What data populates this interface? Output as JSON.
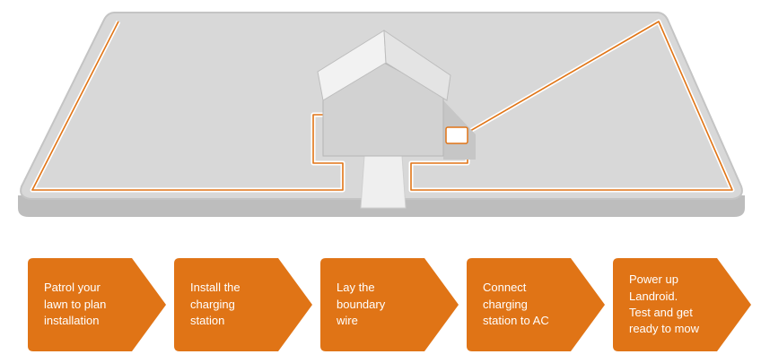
{
  "colors": {
    "accent": "#e07416",
    "lawn": "#d8d8d8",
    "lawn_edge": "#c9c9c9",
    "boundary_wire": "#e07416",
    "label_text": "#ffffff"
  },
  "steps": [
    {
      "label": "Patrol your\nlawn to plan\ninstallation"
    },
    {
      "label": "Install the\ncharging\nstation"
    },
    {
      "label": "Lay the\nboundary\nwire"
    },
    {
      "label": "Connect\ncharging\nstation to AC"
    },
    {
      "label": "Power up\nLandroid.\nTest and get\nready to mow"
    }
  ]
}
